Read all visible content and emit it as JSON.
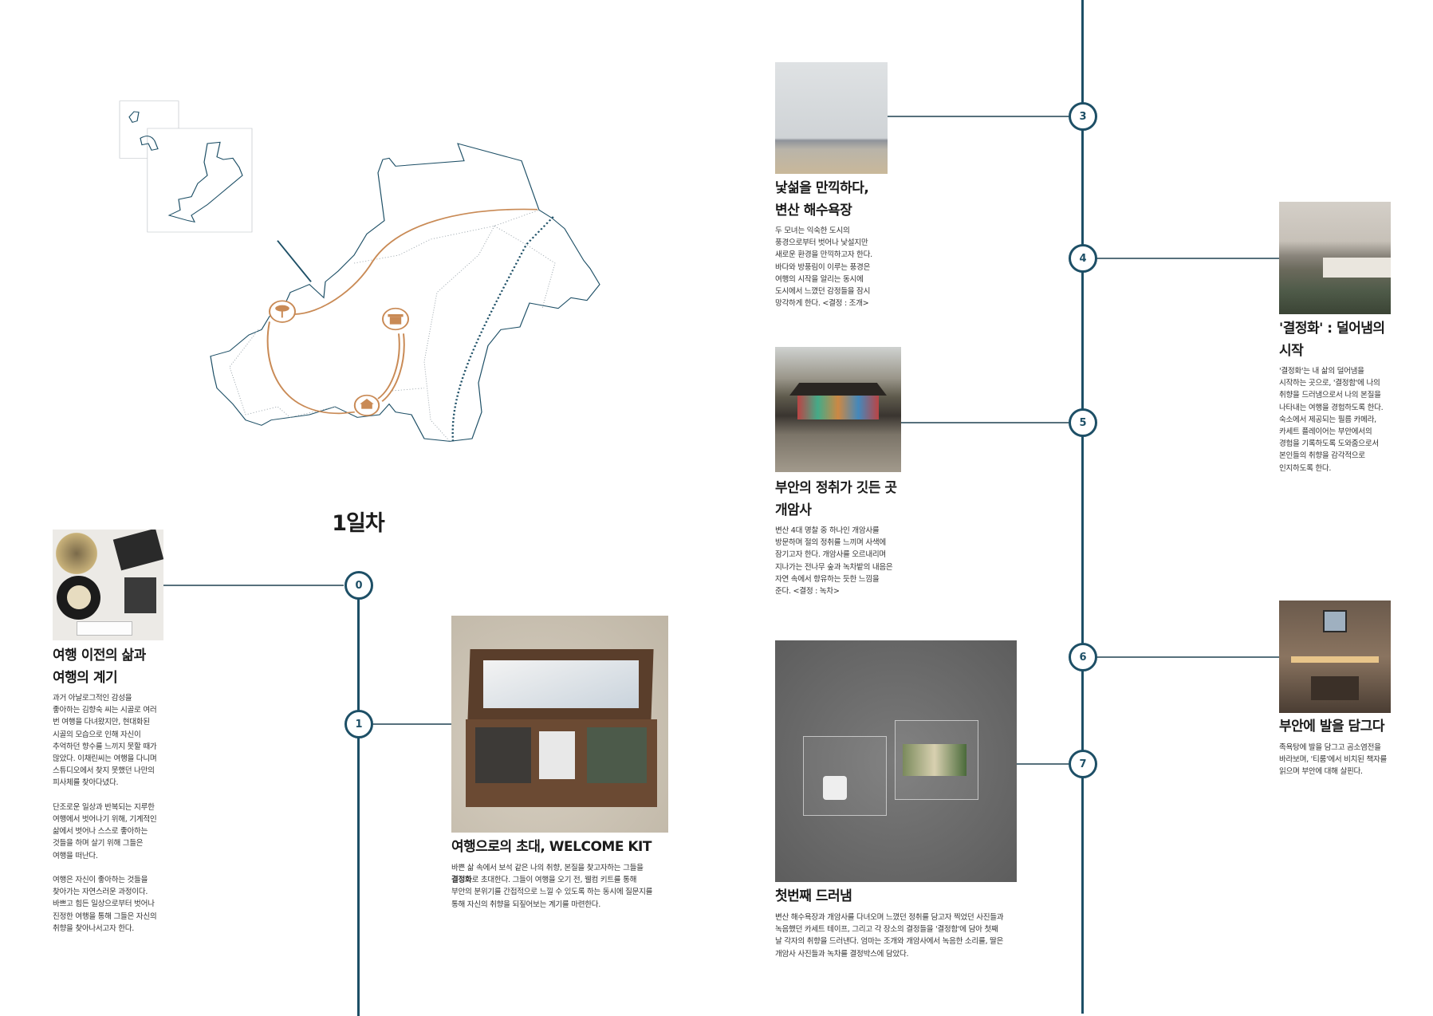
{
  "day_label": "1일차",
  "colors": {
    "timeline": "#1d4f66",
    "route": "#c98a55"
  },
  "steps": [
    {
      "num": "0",
      "title": "여행 이전의 삶과\n여행의 계기",
      "body": "과거 아날로그적인 감성을\n좋아하는 김향숙 씨는 시골로 여러\n번 여행을 다녀왔지만, 현대화된\n시골의 모습으로 인해 자신이\n추억하던 향수를 느끼지 못할 때가\n많았다. 이채린씨는 여행을 다니며\n스튜디오에서 찾지 못했던 나만의\n피사체를 찾아다녔다.\n\n단조로운 일상과 반복되는 지루한\n여행에서 벗어나기 위해, 기계적인\n삶에서 벗어나 스스로 좋아하는\n것들을 하며 살기 위해 그들은\n여행을 떠난다.\n\n여행은 자신이 좋아하는 것들을\n찾아가는 자연스러운 과정이다.\n바쁘고 힘든 일상으로부터 벗어나\n진정한 여행을 통해 그들은 자신의\n취향을 찾아나서고자 한다."
    },
    {
      "num": "1",
      "title": "여행으로의 초대, WELCOME KIT",
      "body_pre": "바쁜 삶 속에서 보석 같은 나의 취향, 본질을 찾고자하는 그들을\n",
      "body_bold": "결정화",
      "body_post": "로  초대한다. 그들이 여행을 오기 전, 웰컴 키트를 통해\n부안의 분위기를 간접적으로 느낄 수 있도록 하는 동시에 질문지를\n통해 자신의 취향을 되짚어보는 계기를 마련한다."
    },
    {
      "num": "3",
      "title": "낯섦을 만끽하다,\n변산 해수욕장",
      "body": "두 모녀는 익숙한 도시의\n풍경으로부터 벗어나 낯설지만\n새로운 환경을 만끽하고자 한다.\n바다와 방풍림이 이루는 풍경은\n여행의 시작을 알리는 동시에\n도시에서 느꼈던 감정들을 잠시\n망각하게 한다. <결정 : 조개>"
    },
    {
      "num": "4",
      "title": "'결정화' : 덜어냄의\n시작",
      "body": "'결정화'는 내 삶의 덜어냄을\n시작하는 곳으로, '결정함'에 나의\n취향을 드러냄으로서 나의 본질을\n나타내는 여행을 경험하도록 한다.\n숙소에서 제공되는 필름 카메라,\n카세트 플레이어는 부안에서의\n경험을 기록하도록 도와줌으로서\n본인들의 취향을 감각적으로\n인지하도록 한다."
    },
    {
      "num": "5",
      "title": "부안의 정취가 깃든 곳\n개암사",
      "body": "변산 4대 명찰 중 하나인 개암사를\n방문하며 절의 정취를 느끼며 사색에\n잠기고자 한다. 개암사를 오르내리며\n지나가는 전나무 숲과 녹차밭의 내음은\n자연 속에서 향유하는 듯한 느낌을\n준다. <결정 : 녹차>"
    },
    {
      "num": "6",
      "title": "부안에 발을 담그다",
      "body": "족욕탕에 발을 담그고 곰소염전을\n바라보며, '티룸'에서 비치된 책자를\n읽으며 부안에 대해 살핀다."
    },
    {
      "num": "7",
      "title": "첫번째 드러냄",
      "body": " 변산 해수욕장과 개암사를 다녀오며 느꼈던 정취를 담고자 찍었던 사진들과\n녹음했던 카세트 테이프, 그리고 각 장소의 결정들을  '결정함'에 담아 첫째\n날 각자의 취향을 드러낸다. 엄마는 조개와 개암사에서 녹음한 소리를, 딸은\n개암사 사진들과 녹차를 결정박스에 담았다."
    }
  ]
}
